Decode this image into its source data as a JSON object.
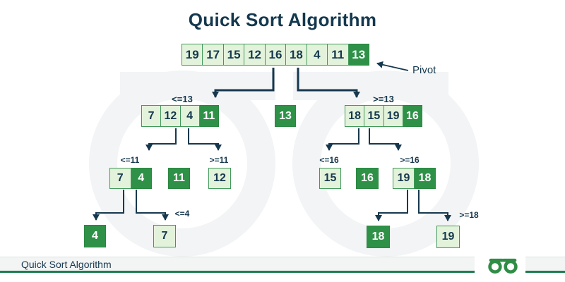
{
  "title": "Quick Sort Algorithm",
  "pivot_annotation": "Pivot",
  "partition_labels": {
    "le13": "<=13",
    "ge13": ">=13",
    "le11": "<=11",
    "ge11": ">=11",
    "le16": "<=16",
    "ge16": ">=16",
    "le4": "<=4",
    "ge18": ">=18"
  },
  "arrays": {
    "root": {
      "values": [
        "19",
        "17",
        "15",
        "12",
        "16",
        "18",
        "4",
        "11",
        "13"
      ],
      "pivot_index": 8
    },
    "l2_left": {
      "values": [
        "7",
        "12",
        "4",
        "11"
      ],
      "pivot_index": 3
    },
    "l2_mid": {
      "values": [
        "13"
      ],
      "pivot_index": 0
    },
    "l2_right": {
      "values": [
        "18",
        "15",
        "19",
        "16"
      ],
      "pivot_index": 3
    },
    "l3_a": {
      "values": [
        "7",
        "4"
      ],
      "pivot_index": 1
    },
    "l3_b": {
      "values": [
        "11"
      ],
      "pivot_index": 0
    },
    "l3_c": {
      "values": [
        "12"
      ],
      "pivot_index": null
    },
    "l3_d": {
      "values": [
        "15"
      ],
      "pivot_index": null
    },
    "l3_e": {
      "values": [
        "16"
      ],
      "pivot_index": 0
    },
    "l3_f": {
      "values": [
        "19",
        "18"
      ],
      "pivot_index": 1
    },
    "l4_a": {
      "values": [
        "4"
      ],
      "pivot_index": 0
    },
    "l4_b": {
      "values": [
        "7"
      ],
      "pivot_index": null
    },
    "l4_c": {
      "values": [
        "18"
      ],
      "pivot_index": 0
    },
    "l4_d": {
      "values": [
        "19"
      ],
      "pivot_index": null
    }
  },
  "footer": {
    "caption": "Quick Sort Algorithm",
    "logo": "geeksforgeeks-logo"
  },
  "colors": {
    "text_navy": "#16384e",
    "cell_light_bg": "#e3f3db",
    "cell_border_green": "#41985a",
    "pivot_cell_green": "#2e9147",
    "logo_green": "#2f8d46",
    "footer_line_green": "#1e7d52",
    "footer_strip_gray": "#f3f4f4"
  }
}
